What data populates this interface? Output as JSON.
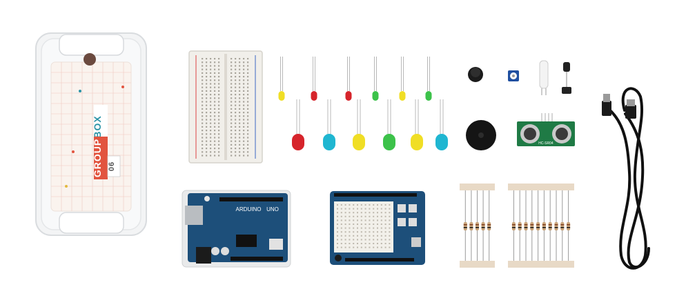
{
  "product": {
    "box_label_top": "BOX",
    "box_label_bottom": "GROUP",
    "box_number": "06"
  },
  "components": {
    "board_brand": "ARDUINO",
    "board_model": "UNO",
    "sensor_label": "HC-SR04"
  },
  "colors": {
    "background": "#ffffff",
    "box_accent": "#e2543f",
    "box_teal": "#2a93a6",
    "board_blue": "#1d4f7a",
    "led_red": "#d6242b",
    "led_cyan": "#1fb6d1",
    "led_yellow": "#f0de25",
    "led_green": "#3cc24a",
    "sensor_green": "#1f7a45",
    "cable_black": "#111111"
  },
  "leds_small": [
    "yellow",
    "red",
    "red",
    "green",
    "yellow",
    "green"
  ],
  "leds_large": [
    "red",
    "cyan",
    "yellow",
    "green",
    "yellow",
    "cyan"
  ]
}
